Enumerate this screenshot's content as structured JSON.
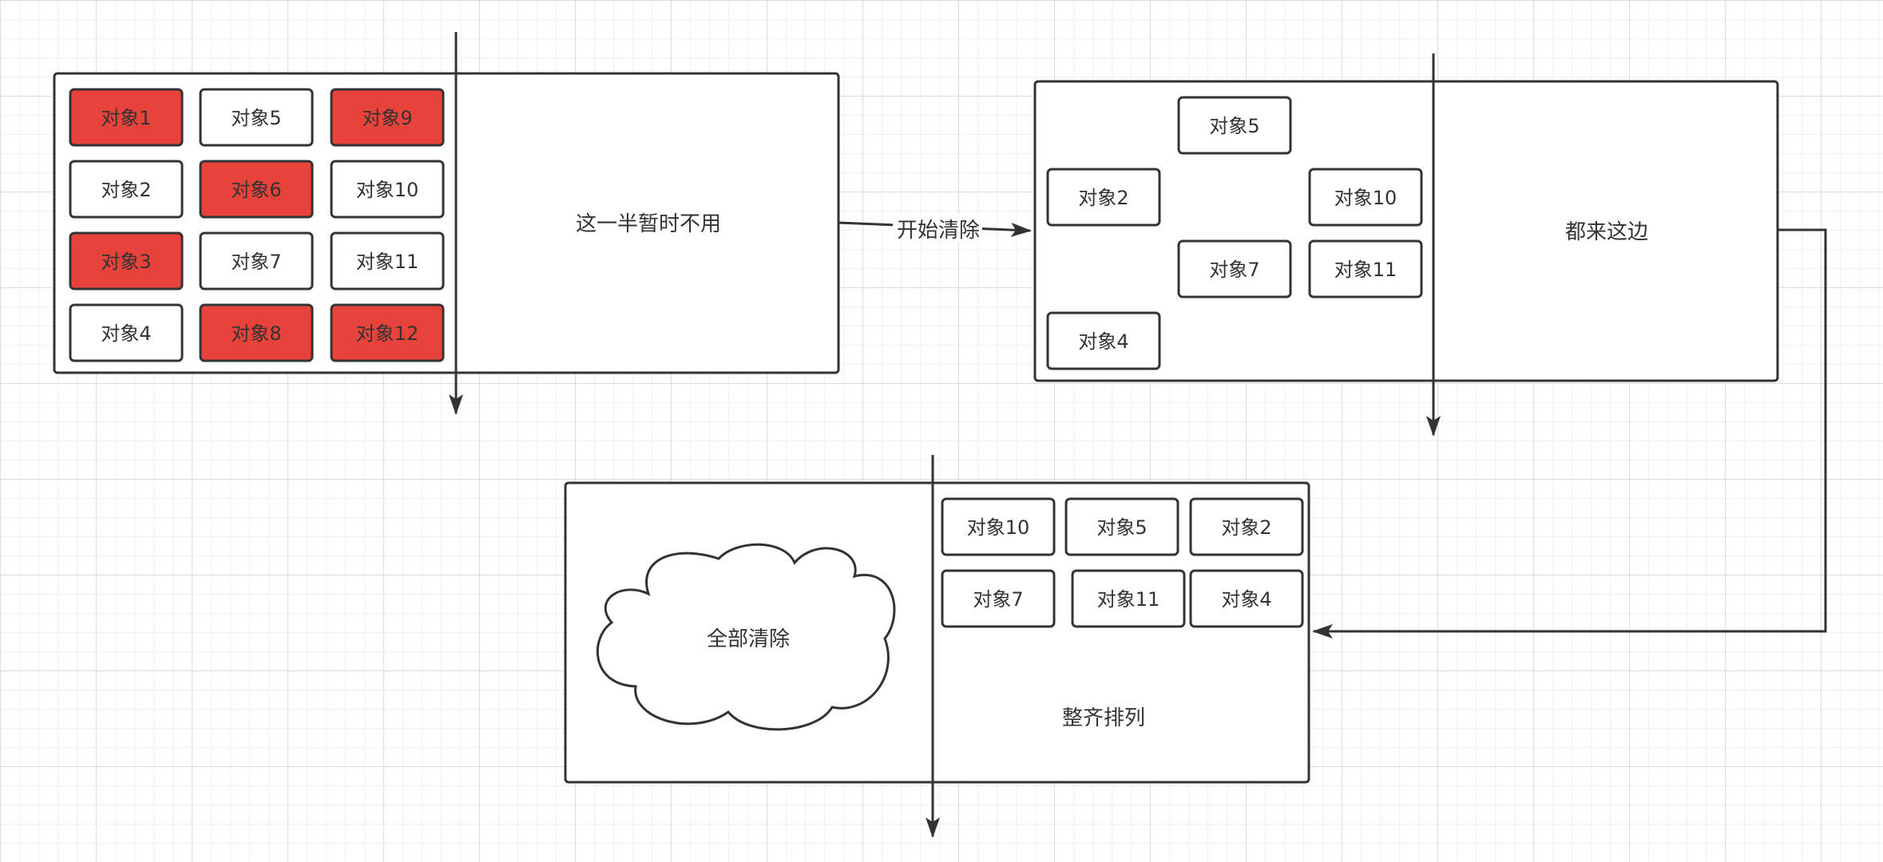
{
  "colors": {
    "stroke": "#333333",
    "marked": "#e8433a",
    "unmarked": "#ffffff"
  },
  "panels": {
    "before": {
      "caption": "这一半暂时不用"
    },
    "middle": {
      "caption": "都来这边"
    },
    "after": {
      "caption": "整齐排列",
      "cloud": "全部清除"
    }
  },
  "arrows": {
    "start_label": "开始清除"
  },
  "objects": {
    "before": [
      {
        "label": "对象1",
        "marked": true
      },
      {
        "label": "对象5",
        "marked": false
      },
      {
        "label": "对象9",
        "marked": true
      },
      {
        "label": "对象2",
        "marked": false
      },
      {
        "label": "对象6",
        "marked": true
      },
      {
        "label": "对象10",
        "marked": false
      },
      {
        "label": "对象3",
        "marked": true
      },
      {
        "label": "对象7",
        "marked": false
      },
      {
        "label": "对象11",
        "marked": false
      },
      {
        "label": "对象4",
        "marked": false
      },
      {
        "label": "对象8",
        "marked": true
      },
      {
        "label": "对象12",
        "marked": true
      }
    ],
    "middle": [
      "对象5",
      "对象2",
      "对象10",
      "对象7",
      "对象11",
      "对象4"
    ],
    "after": [
      "对象10",
      "对象5",
      "对象2",
      "对象7",
      "对象11",
      "对象4"
    ]
  }
}
